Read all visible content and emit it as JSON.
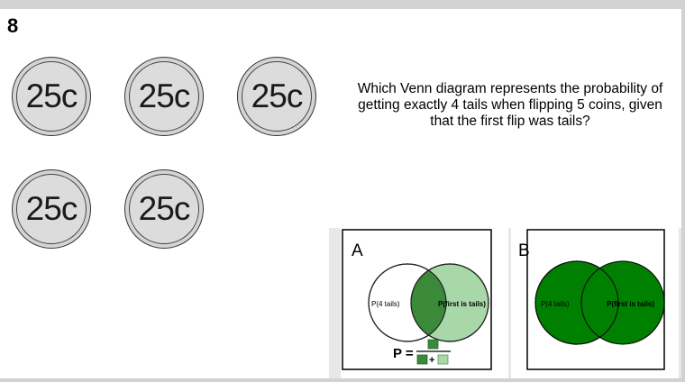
{
  "question_number": "8",
  "coin_label": "25c",
  "coins": [
    {
      "label": "25c"
    },
    {
      "label": "25c"
    },
    {
      "label": "25c"
    },
    {
      "label": "25c"
    },
    {
      "label": "25c"
    }
  ],
  "question_text": "Which Venn diagram represents the probability of getting exactly 4 tails when flipping 5 coins, given that the first flip was tails?",
  "answers": [
    {
      "letter": "A",
      "left_circle_label": "P(4 tails)",
      "right_circle_label": "P(first is tails)",
      "formula_prefix": "P =",
      "formula_plus": "+"
    },
    {
      "letter": "B",
      "left_circle_label": "P(4 tails)",
      "right_circle_label": "P(first is tails)"
    }
  ],
  "colors": {
    "light_green": "#a8d8a8",
    "mid_green": "#3a8a3a",
    "dark_green": "#008000",
    "coin_fill": "#d4d4d4",
    "panel_bg": "#d2d2d2"
  }
}
